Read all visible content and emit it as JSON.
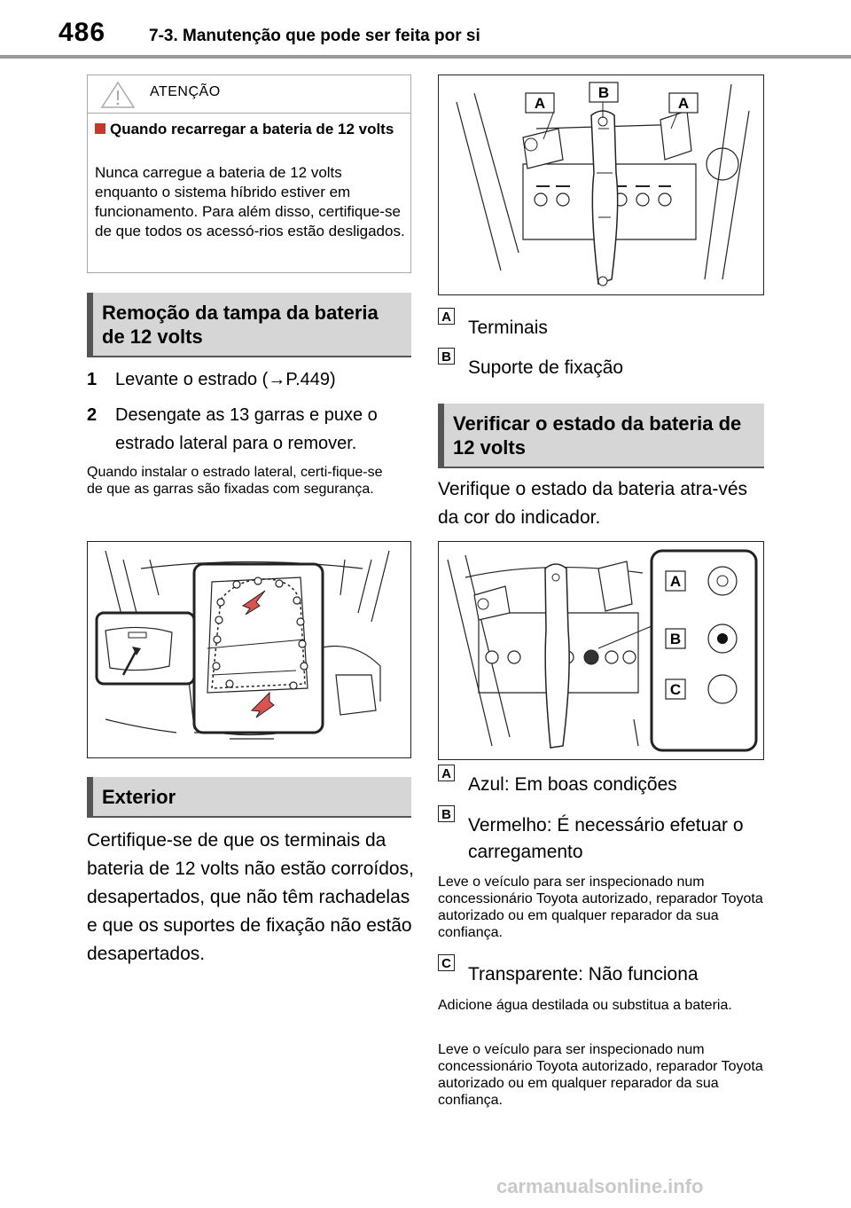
{
  "header": {
    "page_number": "486",
    "chapter_title": "7-3. Manutenção que pode ser feita por si"
  },
  "warning": {
    "title": "ATENÇÃO",
    "subtitle": "Quando recarregar a bateria de 12 volts",
    "text": "Nunca carregue a bateria de 12 volts enquanto o sistema híbrido estiver em funcionamento. Para além disso, certifique-se de que todos os acessó-rios estão desligados."
  },
  "section_removal": {
    "heading": "Remoção da tampa da bateria de 12 volts",
    "steps": [
      {
        "num": "1",
        "text": "Levante o estrado (→P.449)"
      },
      {
        "num": "2",
        "text": "Desengate as 13 garras e puxe o estrado lateral para o remover."
      }
    ],
    "note": "Quando instalar o estrado lateral, certi-fique-se de que as garras são fixadas com segurança."
  },
  "section_exterior": {
    "heading": "Exterior",
    "text": "Certifique-se de que os terminais da bateria de 12 volts não estão corroídos, desapertados, que não têm rachadelas e que os suportes de fixação não estão desapertados."
  },
  "figure_battery": {
    "labels": [
      "A",
      "B",
      "A"
    ],
    "legend": [
      {
        "key": "A",
        "text": "Terminais"
      },
      {
        "key": "B",
        "text": "Suporte de fixação"
      }
    ]
  },
  "section_check": {
    "heading": "Verificar o estado da bateria de 12 volts",
    "intro": "Verifique o estado da bateria atra-vés da cor do indicador.",
    "indicator_labels": [
      "A",
      "B",
      "C"
    ],
    "legend": [
      {
        "key": "A",
        "text": "Azul: Em boas condições",
        "note": ""
      },
      {
        "key": "B",
        "text": "Vermelho: É necessário efetuar o carregamento",
        "note": "Leve o veículo para ser inspecionado num concessionário Toyota autorizado, reparador Toyota autorizado ou em qualquer reparador da sua confiança."
      },
      {
        "key": "C",
        "text": "Transparente: Não funciona",
        "note": "Adicione água destilada ou substitua a bateria.",
        "note2": "Leve o veículo para ser inspecionado num concessionário Toyota autorizado, reparador Toyota autorizado ou em qualquer reparador da sua confiança."
      }
    ]
  },
  "watermark": "carmanualsonline.info"
}
